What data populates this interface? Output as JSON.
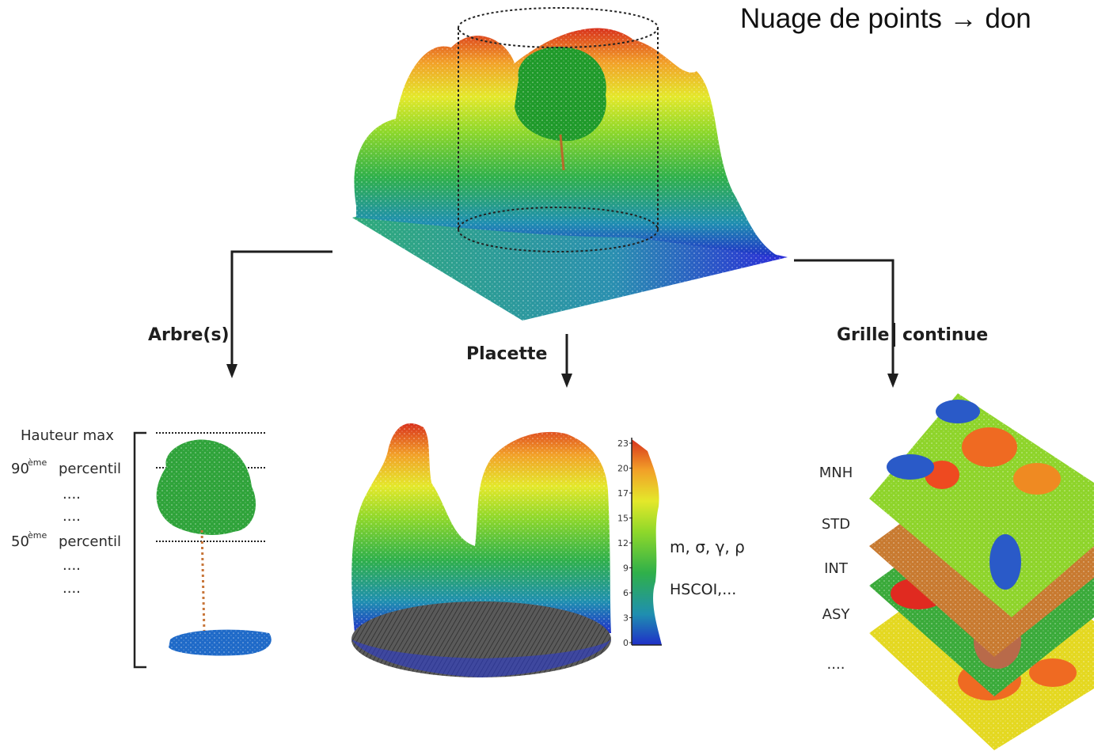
{
  "header": {
    "title": "Nuage de points → don"
  },
  "branches": {
    "left_label": "Arbre(s)",
    "center_label": "Placette",
    "right_label_a": "Grille",
    "right_label_b": "continue"
  },
  "tree_levels": {
    "max": "Hauteur max",
    "p90_num": "90",
    "p90_sup": "ème",
    "p90_word": "percentil",
    "dots_a": "....",
    "dots_b": "....",
    "p50_num": "50",
    "p50_sup": "ème",
    "p50_word": "percentil",
    "dots_c": "....",
    "dots_d": "...."
  },
  "plot_metrics": {
    "stats": "m, σ, γ, ρ",
    "indices": "HSCOI,..."
  },
  "histogram_axis": {
    "ticks": [
      "23",
      "20",
      "17",
      "15",
      "12",
      "9",
      "6",
      "3",
      "0"
    ]
  },
  "grid_layers": {
    "labels": [
      "MNH",
      "STD",
      "INT",
      "ASY",
      "...."
    ]
  },
  "colors": {
    "height_ramp": [
      "#1f2fc8",
      "#1f8fb0",
      "#2fb04a",
      "#6fd02a",
      "#d8e82a",
      "#f2b428",
      "#ee6a22",
      "#d8321c"
    ],
    "tree_crown": "#2fa33a",
    "ground": "#2aa08a"
  }
}
